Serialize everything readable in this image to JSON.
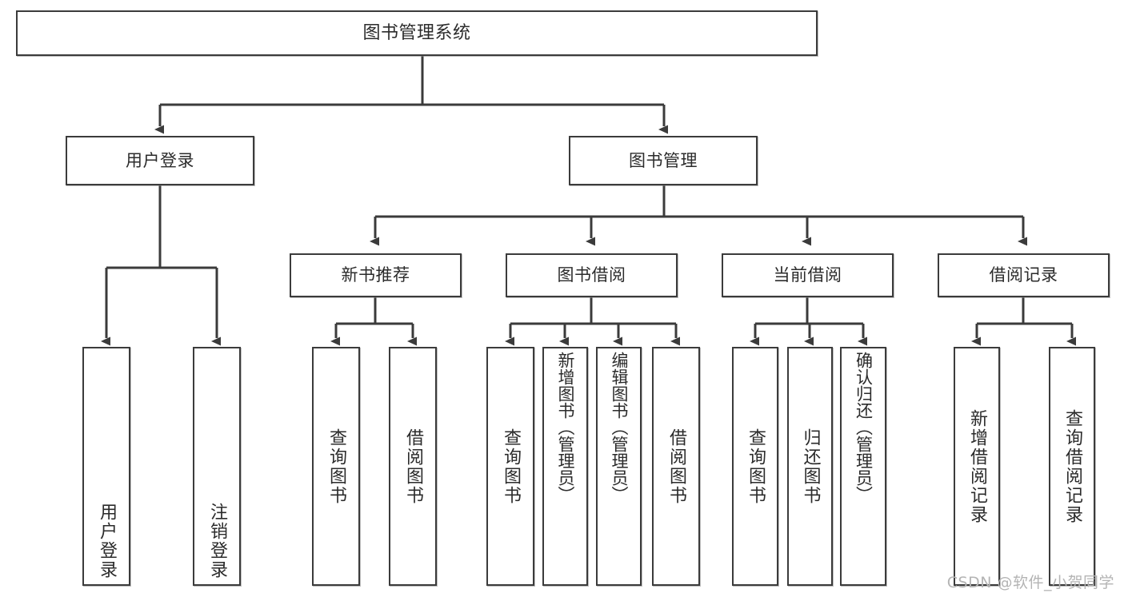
{
  "diagram": {
    "type": "tree",
    "title": "图书管理系统",
    "watermark": "CSDN @软件_小贺同学",
    "colors": {
      "box_border": "#3b3b3b",
      "box_fill": "#ffffff",
      "connector": "#3b3b3b",
      "text": "#2b2b2b",
      "watermark": "#b4b4b4",
      "background": "#ffffff"
    },
    "levels": {
      "root": {
        "label": "图书管理系统"
      },
      "level2": [
        {
          "label": "用户登录"
        },
        {
          "label": "图书管理"
        }
      ],
      "level3": [
        {
          "label": "新书推荐"
        },
        {
          "label": "图书借阅"
        },
        {
          "label": "当前借阅"
        },
        {
          "label": "借阅记录"
        }
      ],
      "leaves": {
        "user_login": [
          {
            "label": "用户登录"
          },
          {
            "label": "注销登录"
          }
        ],
        "new_book_recommend": [
          {
            "label": "查询图书"
          },
          {
            "label": "借阅图书"
          }
        ],
        "book_borrow": [
          {
            "label": "查询图书"
          },
          {
            "label": "新增图书（管理员）"
          },
          {
            "label": "编辑图书（管理员）"
          },
          {
            "label": "借阅图书"
          }
        ],
        "current_borrow": [
          {
            "label": "查询图书"
          },
          {
            "label": "归还图书"
          },
          {
            "label": "确认归还（管理员）"
          }
        ],
        "borrow_record": [
          {
            "label": "新增借阅记录"
          },
          {
            "label": "查询借阅记录"
          }
        ]
      }
    },
    "edges": [
      {
        "from": "图书管理系统",
        "to": "用户登录"
      },
      {
        "from": "图书管理系统",
        "to": "图书管理"
      },
      {
        "from": "用户登录",
        "to": "用户登录"
      },
      {
        "from": "用户登录",
        "to": "注销登录"
      },
      {
        "from": "图书管理",
        "to": "新书推荐"
      },
      {
        "from": "图书管理",
        "to": "图书借阅"
      },
      {
        "from": "图书管理",
        "to": "当前借阅"
      },
      {
        "from": "图书管理",
        "to": "借阅记录"
      },
      {
        "from": "新书推荐",
        "to": "查询图书"
      },
      {
        "from": "新书推荐",
        "to": "借阅图书"
      },
      {
        "from": "图书借阅",
        "to": "查询图书"
      },
      {
        "from": "图书借阅",
        "to": "新增图书（管理员）"
      },
      {
        "from": "图书借阅",
        "to": "编辑图书（管理员）"
      },
      {
        "from": "图书借阅",
        "to": "借阅图书"
      },
      {
        "from": "当前借阅",
        "to": "查询图书"
      },
      {
        "from": "当前借阅",
        "to": "归还图书"
      },
      {
        "from": "当前借阅",
        "to": "确认归还（管理员）"
      },
      {
        "from": "借阅记录",
        "to": "新增借阅记录"
      },
      {
        "from": "借阅记录",
        "to": "查询借阅记录"
      }
    ]
  }
}
